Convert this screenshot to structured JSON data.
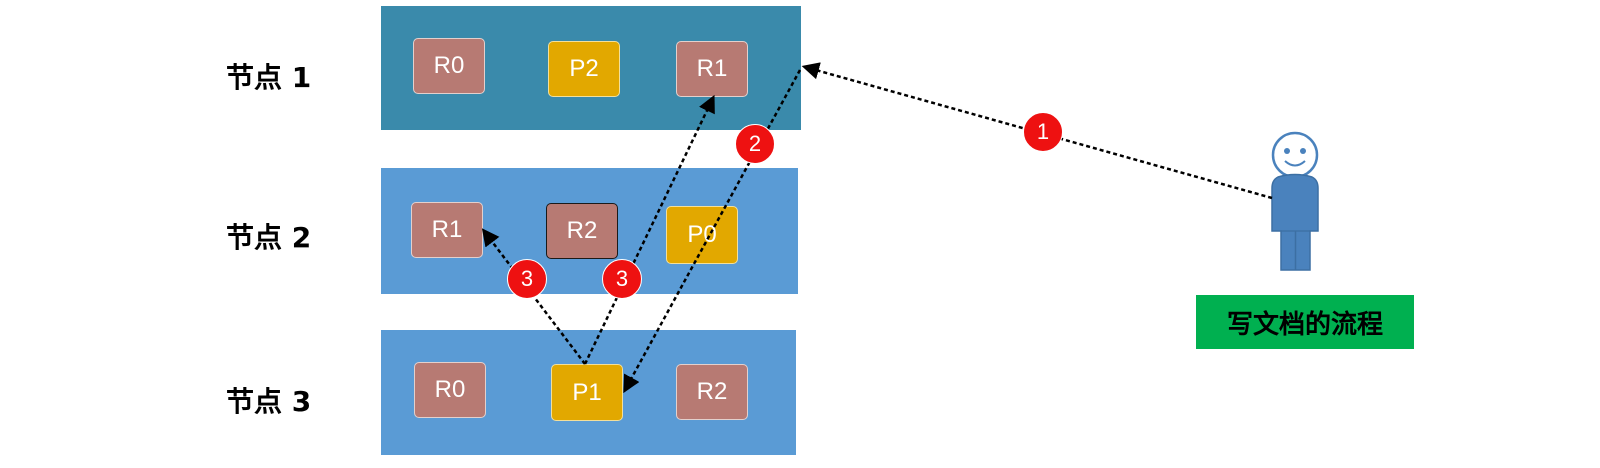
{
  "colors": {
    "node1_panel": "#3a8aab",
    "node2_panel": "#5a9bd5",
    "node3_panel": "#5a9bd5",
    "replica_shard": "#b77a73",
    "primary_shard": "#e2a800",
    "step_badge": "#ee1111",
    "caption_bg": "#00b050",
    "user_figure": "#4a82bd"
  },
  "nodes": [
    {
      "label": "节点 1",
      "shards": [
        {
          "label": "R0",
          "kind": "replica"
        },
        {
          "label": "P2",
          "kind": "primary"
        },
        {
          "label": "R1",
          "kind": "replica"
        }
      ]
    },
    {
      "label": "节点 2",
      "shards": [
        {
          "label": "R1",
          "kind": "replica"
        },
        {
          "label": "R2",
          "kind": "replica"
        },
        {
          "label": "P0",
          "kind": "primary"
        }
      ]
    },
    {
      "label": "节点 3",
      "shards": [
        {
          "label": "R0",
          "kind": "replica"
        },
        {
          "label": "P1",
          "kind": "primary"
        },
        {
          "label": "R2",
          "kind": "replica"
        }
      ]
    }
  ],
  "steps": [
    "1",
    "2",
    "3",
    "3"
  ],
  "caption": "写文档的流程",
  "icons": {
    "user": "user-figure-icon"
  }
}
